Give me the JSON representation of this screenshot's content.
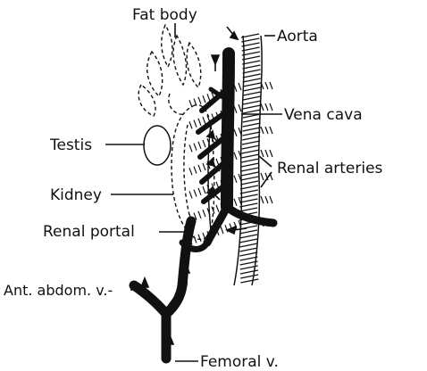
{
  "labels": {
    "fat_body": "Fat body",
    "aorta": "Aorta",
    "vena_cava": "Vena cava",
    "testis": "Testis",
    "renal_arteries": "Renal arteries",
    "kidney": "Kidney",
    "renal_portal": "Renal portal",
    "ant_abdom_v": "Ant. abdom. v.-",
    "femoral_v": "Femoral v."
  }
}
